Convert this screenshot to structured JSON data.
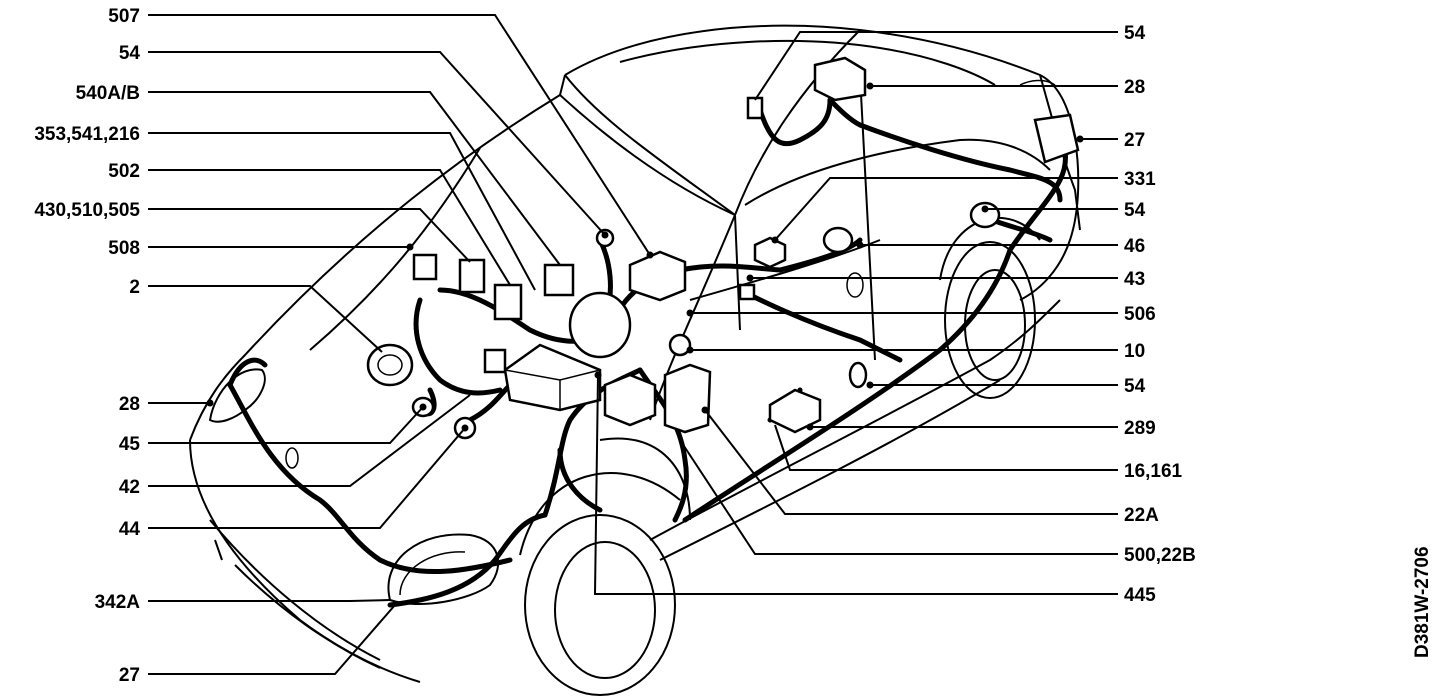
{
  "figure_code": "D381W-2706",
  "labels_left": [
    "507",
    "54",
    "540A/B",
    "353,541,216",
    "502",
    "430,510,505",
    "508",
    "2",
    "28",
    "45",
    "42",
    "44",
    "342A",
    "27"
  ],
  "labels_right": [
    "54",
    "28",
    "27",
    "331",
    "54",
    "46",
    "43",
    "506",
    "10",
    "54",
    "289",
    "16,161",
    "22A",
    "500,22B",
    "445"
  ]
}
